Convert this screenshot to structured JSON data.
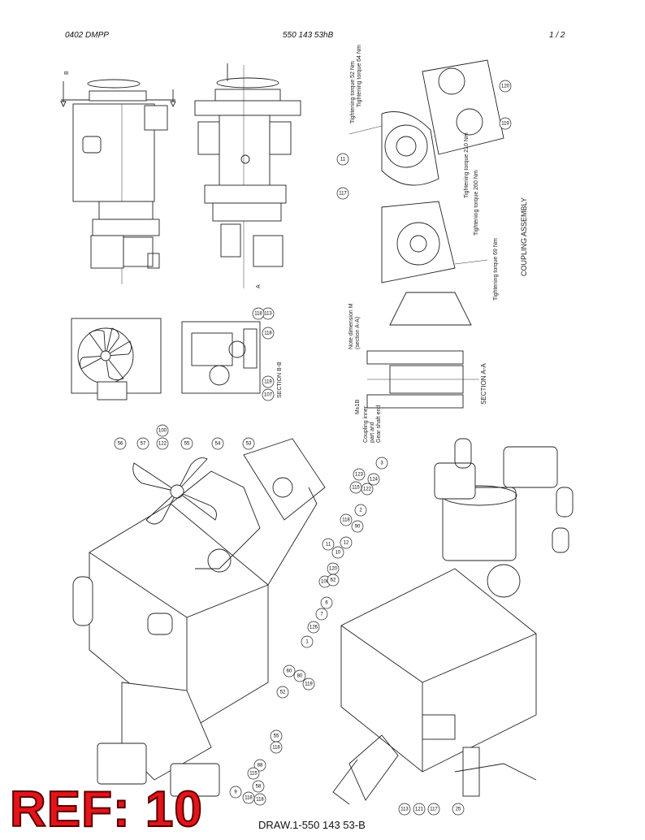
{
  "header": {
    "left": "0402 DMPP",
    "center": "550 143 53hB",
    "page": "1 /  2"
  },
  "labels": {
    "section_bb": "SECTION B-B",
    "section_aa": "SECTION A-A",
    "coupling_assembly": "COUPLING ASSEMBLY",
    "view_a": "A",
    "view_b": "B",
    "note_dimension": "Note dimension M",
    "note_dimension_sub": "(section A-A)",
    "coupling_inner": "Coupling inner",
    "coupling_inner_sub": "part and",
    "gear_shaft": "Gear shaft end",
    "dim_m": "M±1B",
    "torque_52": "Tightening torque 52 Nm",
    "torque_64": "Tightening torque 64 Nm",
    "torque_210": "Tightening torque 210 Nm",
    "torque_260": "Tightening torque 260 Nm",
    "torque_69": "Tightening torque 69 Nm"
  },
  "balloons_upper": [
    "120",
    "119",
    "11",
    "117",
    "113",
    "118",
    "119",
    "107",
    "118"
  ],
  "balloons_left": [
    "56",
    "57",
    "100",
    "122",
    "55",
    "54",
    "53",
    "80",
    "60",
    "119",
    "52",
    "55",
    "118",
    "88",
    "115",
    "58",
    "9",
    "118",
    "118"
  ],
  "balloons_right": [
    "3",
    "115",
    "123",
    "122",
    "124",
    "2",
    "90",
    "118",
    "12",
    "10",
    "11",
    "120",
    "100",
    "62",
    "6",
    "7",
    "126",
    "1",
    "113",
    "121",
    "117",
    "25"
  ],
  "stamp": {
    "ref": "REF: 10",
    "drawing": "DRAW.1-550 143 53-B"
  }
}
